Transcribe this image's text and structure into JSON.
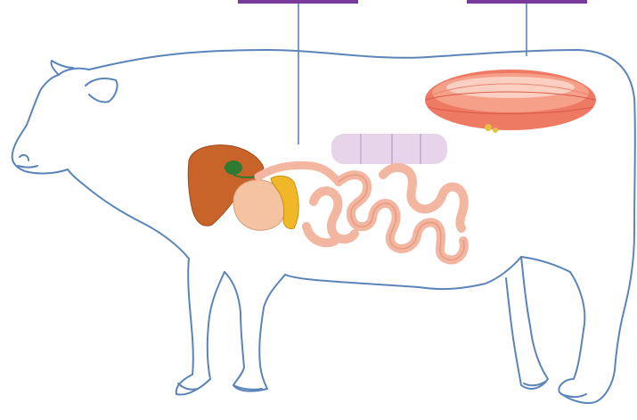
{
  "diagram": {
    "labels": [
      {
        "id": "digestive-label",
        "text": ""
      },
      {
        "id": "muscle-label",
        "text": ""
      }
    ],
    "colors": {
      "outline": "#5b84b8",
      "label_box": "#7a3a9a",
      "liver": "#c8642a",
      "gallbladder": "#2f7a33",
      "stomach": "#f3c3a2",
      "pancreas": "#f0b828",
      "small_intestine": "#f3b6a0",
      "large_intestine": "#e7d4ea",
      "muscle": "#ee7a64"
    },
    "icons": [
      "cow-outline",
      "digestive-organs",
      "muscle-fiber-bundle"
    ]
  }
}
